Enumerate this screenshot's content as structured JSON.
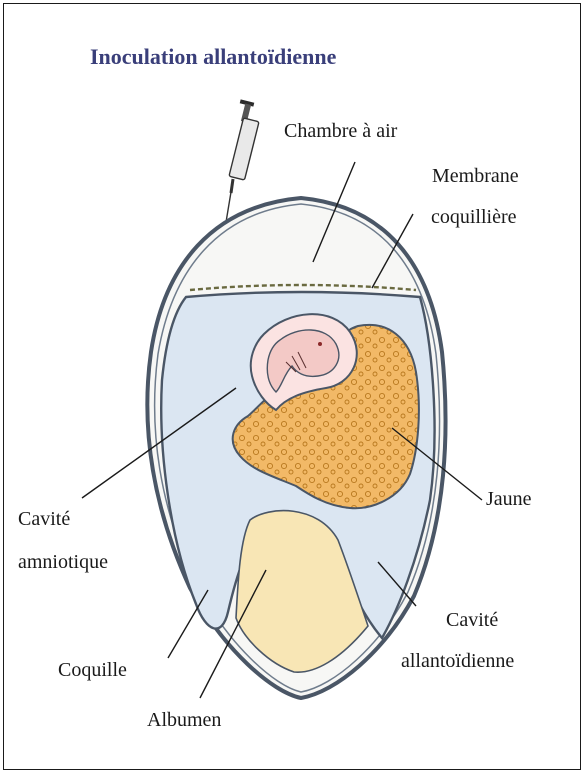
{
  "title": "Inoculation allantoïdienne",
  "labels": {
    "air_chamber": "Chambre à air",
    "shell_membrane_1": "Membrane",
    "shell_membrane_2": "coquillière",
    "amniotic_cavity_1": "Cavité",
    "amniotic_cavity_2": "amniotique",
    "yolk": "Jaune",
    "allantoic_cavity_1": "Cavité",
    "allantoic_cavity_2": "allantoïdienne",
    "shell": "Coquille",
    "albumen": "Albumen"
  },
  "colors": {
    "title": "#3a3f7a",
    "allantoic_fluid": "#dbe6f2",
    "yolk": "#f2b967",
    "albumen": "#f8e6b5",
    "embryo": "#f3c9c6",
    "shell_border": "#4a5666"
  }
}
